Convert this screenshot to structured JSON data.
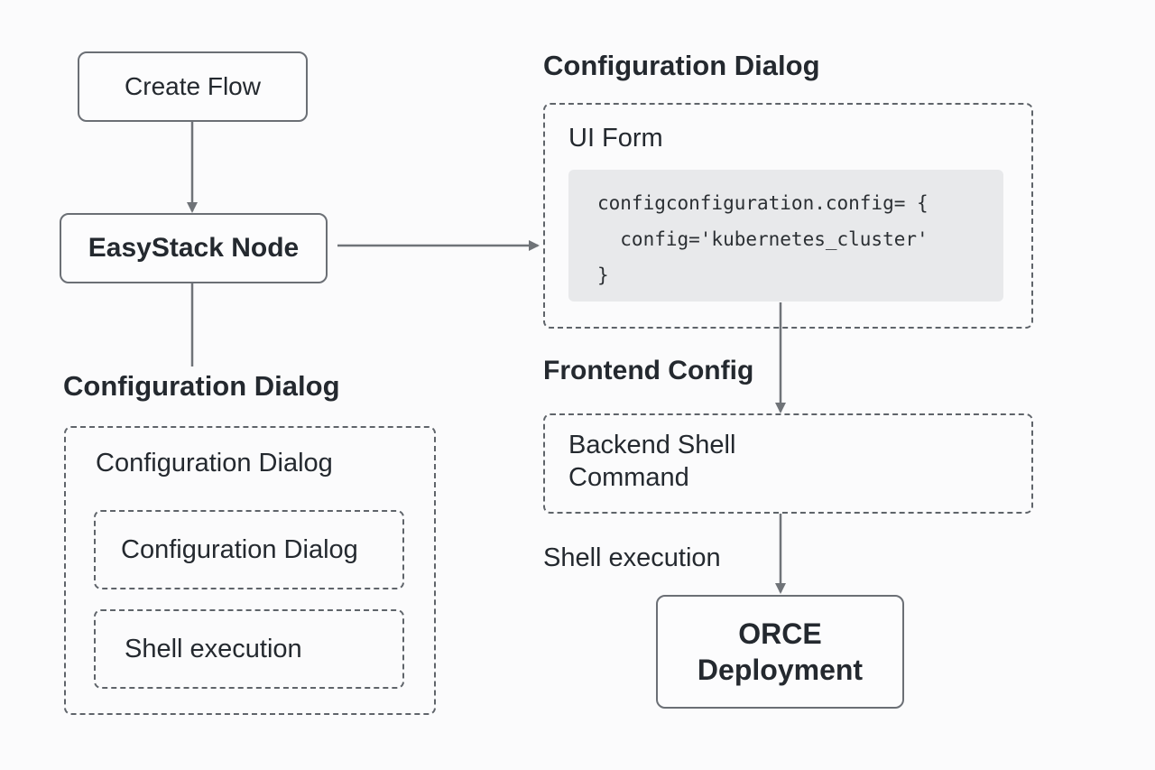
{
  "nodes": {
    "create_flow": "Create Flow",
    "easystack_node": "EasyStack Node",
    "orce_deployment_line1": "ORCE",
    "orce_deployment_line2": "Deployment"
  },
  "left_panel": {
    "heading": "Configuration Dialog",
    "inner_title": "Configuration Dialog",
    "item_1": "Configuration Dialog",
    "item_2": "Shell execution"
  },
  "right_panel": {
    "heading": "Configuration Dialog",
    "form_title": "UI Form",
    "code_lines": [
      "configconfiguration.config= {",
      "  config='kubernetes_cluster'",
      "}"
    ],
    "frontend_label": "Frontend Config",
    "backend_line1": "Backend Shell",
    "backend_line2": "Command",
    "shell_label": "Shell execution"
  },
  "colors": {
    "background": "#fbfbfc",
    "border": "#6b6f75",
    "arrow": "#6f7378",
    "code_background": "#e8e9eb"
  }
}
